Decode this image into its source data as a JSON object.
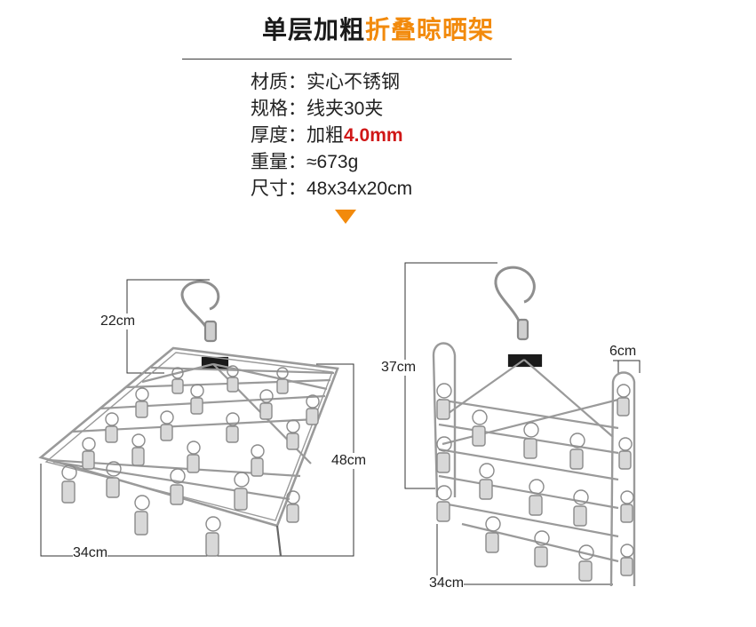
{
  "title": {
    "part1": "单层加粗",
    "part2": "折叠晾晒架"
  },
  "specs": [
    {
      "label": "材质：",
      "value": "实心不锈钢",
      "highlight": ""
    },
    {
      "label": "规格：",
      "value": "线夹30夹",
      "highlight": ""
    },
    {
      "label": "厚度：",
      "value": "加粗",
      "highlight": "4.0mm"
    },
    {
      "label": "重量：",
      "value": "≈673g",
      "highlight": ""
    },
    {
      "label": "尺寸：",
      "value": "48x34x20cm",
      "highlight": ""
    }
  ],
  "colors": {
    "accent": "#f28a0c",
    "highlight": "#d01717"
  },
  "left_rack": {
    "height_label": "22cm",
    "length_label": "48cm",
    "width_label": "34cm"
  },
  "right_rack": {
    "height_label": "37cm",
    "clip_label": "6cm",
    "width_label": "34cm"
  }
}
